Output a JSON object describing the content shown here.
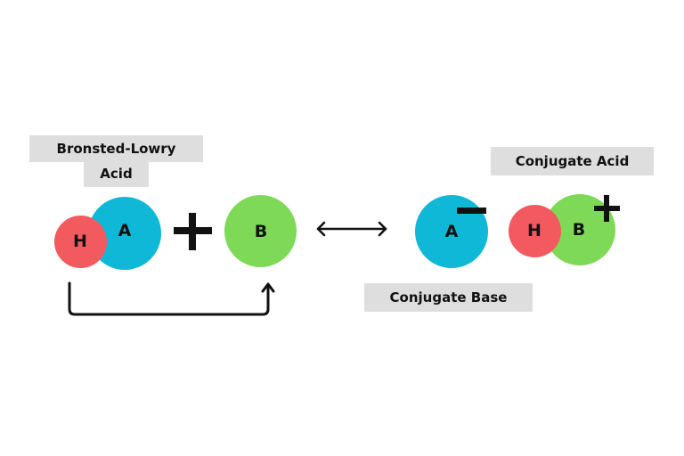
{
  "labels": {
    "bronsted_line1": "Bronsted-Lowry",
    "bronsted_line2": "Acid",
    "conjugate_acid": "Conjugate Acid",
    "conjugate_base": "Conjugate Base"
  },
  "atoms": {
    "h_left": "H",
    "a_left": "A",
    "b_left": "B",
    "a_right": "A",
    "h_right": "H",
    "b_right": "B"
  },
  "colors": {
    "hydrogen": "#f25a5f",
    "acid_a": "#10b8d8",
    "base_b": "#7ed957",
    "label_bg": "#dedede"
  },
  "icons": {
    "plus": "plus-sign-icon",
    "equilibrium": "double-headed-arrow-icon",
    "proton_transfer": "proton-transfer-arrow-icon",
    "negative_charge": "minus-charge-icon",
    "positive_charge": "plus-charge-icon"
  }
}
